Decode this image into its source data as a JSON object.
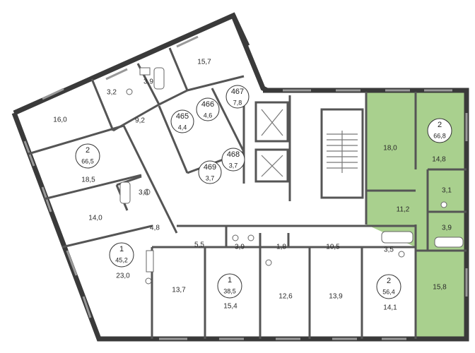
{
  "colors": {
    "highlight": "#a9d08e",
    "wall": "#3a3a3a"
  },
  "rooms": {
    "r157": "15,7",
    "r32": "3,2",
    "r39a": "3,9",
    "r160": "16,0",
    "r92": "9,2",
    "r185": "18,5",
    "r34": "3,4",
    "r140": "14,0",
    "r48": "4,8",
    "r230": "23,0",
    "r55": "5,5",
    "r39b": "3,9",
    "r18": "1,8",
    "r105": "10,5",
    "r35": "3,5",
    "r137": "13,7",
    "r154": "15,4",
    "r126": "12,6",
    "r139": "13,9",
    "r141": "14,1",
    "r180": "18,0",
    "r148": "14,8",
    "r31": "3,1",
    "r112": "11,2",
    "r39c": "3,9",
    "r158": "15,8"
  },
  "apartments": [
    {
      "rooms": "2",
      "area": "66,5"
    },
    {
      "rooms": "1",
      "area": "45,2"
    },
    {
      "rooms": "1",
      "area": "38,5"
    },
    {
      "rooms": "2",
      "area": "56,4"
    },
    {
      "rooms": "2",
      "area": "66,8"
    }
  ],
  "units": [
    {
      "number": "465",
      "area": "4,4"
    },
    {
      "number": "466",
      "area": "4,6"
    },
    {
      "number": "467",
      "area": "7,8"
    },
    {
      "number": "468",
      "area": "3,7"
    },
    {
      "number": "469",
      "area": "3,7"
    }
  ]
}
